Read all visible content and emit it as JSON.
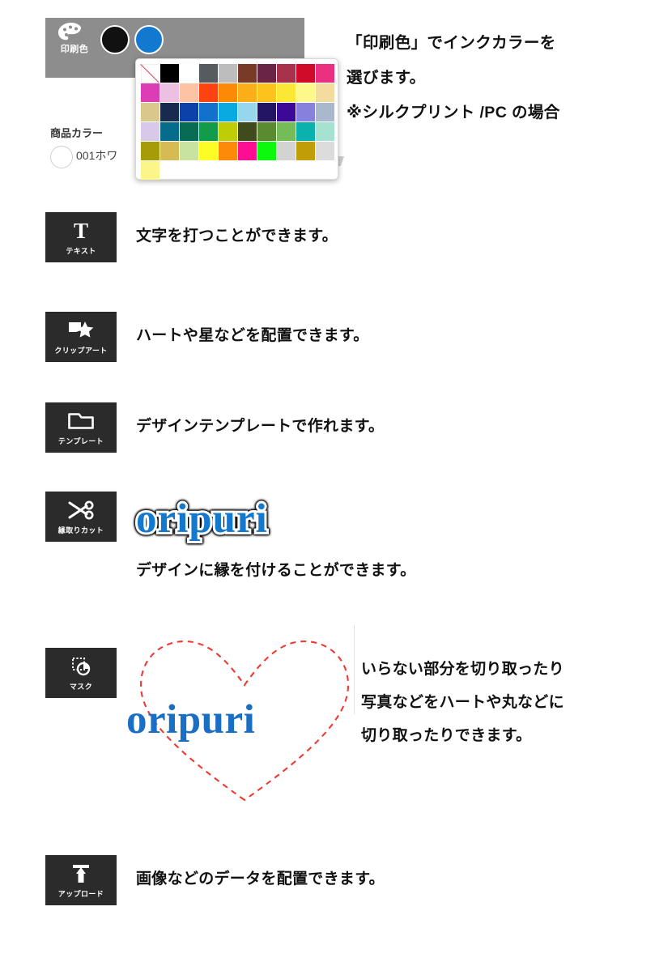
{
  "color_panel": {
    "ink_color_label": "印刷色",
    "palette_icon": "palette-icon",
    "selected_swatches": [
      {
        "name": "black-ink-swatch",
        "color": "#111111"
      },
      {
        "name": "blue-ink-swatch",
        "color": "#1279d1"
      }
    ],
    "product_color_label": "商品カラー",
    "product_color_value": "001ホワ",
    "palette_grid": {
      "columns": 10,
      "rows": 6,
      "colors": [
        "none",
        "#000000",
        "#ffffff",
        "#555b5e",
        "#bdbdbd",
        "#7a3a28",
        "#6b2544",
        "#a8324b",
        "#d00b2a",
        "#ea3080",
        "#dc3cb4",
        "#edc0e2",
        "#fcc3a4",
        "#fd4312",
        "#fb8b06",
        "#fbae18",
        "#fbc31c",
        "#fbe736",
        "#fcf98a",
        "#f4dc9e",
        "#d9c88b",
        "#182a4e",
        "#0b41a8",
        "#1271cc",
        "#07abe2",
        "#96d7ee",
        "#231464",
        "#3c0896",
        "#8781de",
        "#a9b8cd",
        "#d8c9e8",
        "#076b8b",
        "#086b54",
        "#119b4a",
        "#bfcd09",
        "#3f4a1d",
        "#5b8b31",
        "#75bb57",
        "#0bb2ad",
        "#a5e2cf",
        "#a89b09",
        "#d6bb55",
        "#c8e2a0",
        "#fdfc24",
        "#fd8b09",
        "#fc0d94",
        "#0cf80c",
        "#d3d3d3",
        "#c19e07",
        "#dcdcdc",
        "#fbf58a"
      ]
    }
  },
  "intro": {
    "lines": [
      "「印刷色」でインクカラーを",
      "選びます。",
      "※シルクプリント /PC の場合"
    ]
  },
  "features": [
    {
      "tool_name": "text-tool",
      "glyph": "T",
      "glyph_type": "letter",
      "button_label": "テキスト",
      "description": "文字を打つことができます。"
    },
    {
      "tool_name": "clipart-tool",
      "glyph": "clipart-star-icon",
      "glyph_type": "svg",
      "button_label": "クリップアート",
      "description": "ハートや星などを配置できます。"
    },
    {
      "tool_name": "template-tool",
      "glyph": "folder-icon",
      "glyph_type": "svg",
      "button_label": "テンプレート",
      "description": "デザインテンプレートで作れます。"
    },
    {
      "tool_name": "outline-cut-tool",
      "glyph": "scissors-icon",
      "glyph_type": "svg",
      "button_label": "縁取りカット",
      "description": "デザインに縁を付けることができます。"
    },
    {
      "tool_name": "mask-tool",
      "glyph": "mask-icon",
      "glyph_type": "svg",
      "button_label": "マスク",
      "description": ""
    },
    {
      "tool_name": "upload-tool",
      "glyph": "upload-arrow-icon",
      "glyph_type": "svg",
      "button_label": "アップロード",
      "description": "画像などのデータを配置できます。"
    }
  ],
  "outline_cut_demo": {
    "logo_text": "oripuri",
    "logo_color": "#1478cd",
    "outline_color": "#ffffff",
    "stroke_color": "#000000"
  },
  "mask_demo": {
    "logo_text": "oripuri",
    "logo_color": "#1a6fc4",
    "heart_stroke_color": "#ee3a33",
    "heart_stroke_style": "dashed",
    "lines": [
      "いらない部分を切り取ったり",
      "写真などをハートや丸などに",
      "切り取ったりできます。"
    ]
  }
}
